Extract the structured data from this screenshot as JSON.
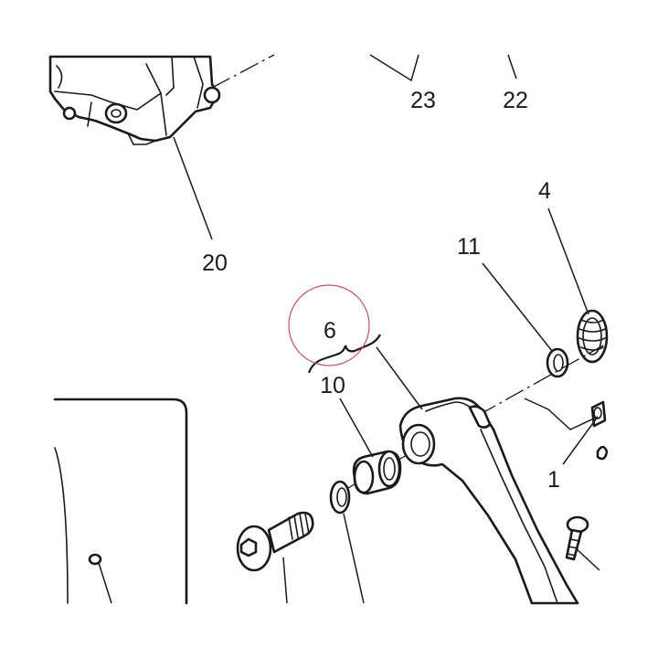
{
  "callouts": {
    "part_20": "20",
    "part_23": "23",
    "part_22": "22",
    "part_4": "4",
    "part_11": "11",
    "part_6": "6",
    "part_10": "10",
    "part_1": "1"
  },
  "highlight": {
    "target": "6",
    "color": "#c0506a"
  },
  "colors": {
    "line": "#1a1a1a",
    "background": "#ffffff"
  }
}
